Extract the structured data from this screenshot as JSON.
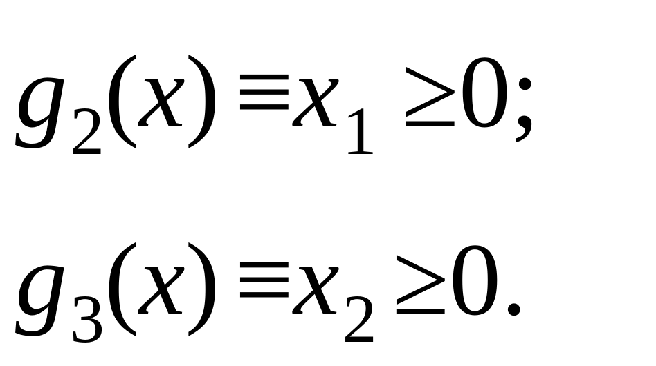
{
  "equations": [
    {
      "func": "g",
      "func_sub": "2",
      "open_paren": "(",
      "arg": "x",
      "close_paren": ")",
      "equiv": "≡",
      "var": "x",
      "var_sub": "1",
      "relation": "≥",
      "value": "0",
      "punct": ";"
    },
    {
      "func": "g",
      "func_sub": "3",
      "open_paren": "(",
      "arg": "x",
      "close_paren": ")",
      "equiv": "≡",
      "var": "x",
      "var_sub": "2",
      "relation": "≥",
      "value": "0",
      "punct": "."
    }
  ]
}
